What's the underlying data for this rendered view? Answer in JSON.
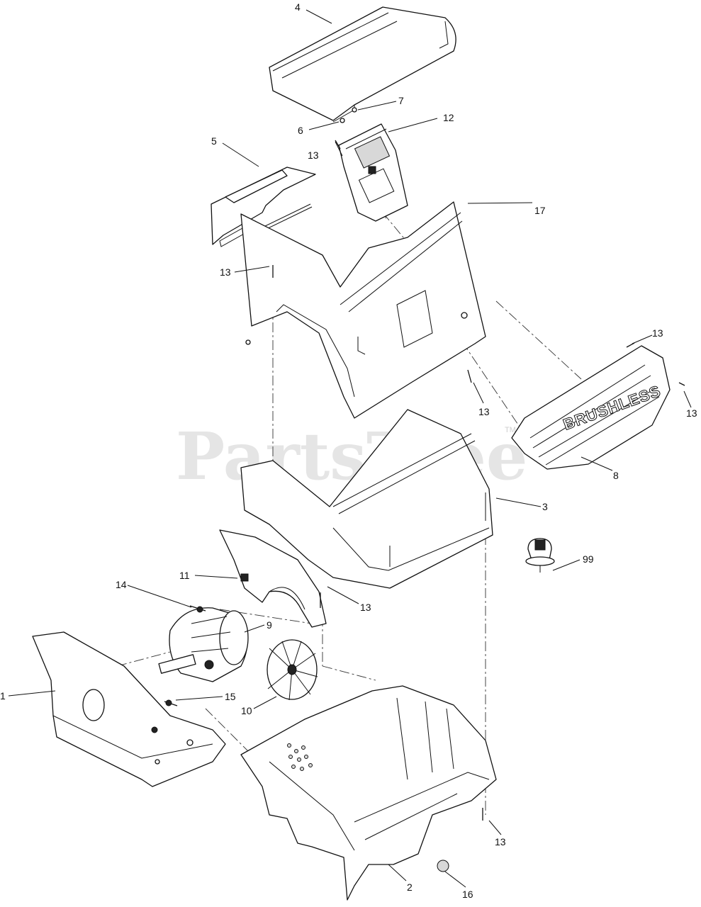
{
  "watermark": {
    "text": "PartsTree",
    "trademark": "TM"
  },
  "brand_label": "BRUSHLESS",
  "callouts": {
    "c1": "1",
    "c2": "2",
    "c3": "3",
    "c4": "4",
    "c5": "5",
    "c6": "6",
    "c7": "7",
    "c8": "8",
    "c9": "9",
    "c10": "10",
    "c11": "11",
    "c12": "12",
    "c13a": "13",
    "c13b": "13",
    "c13c": "13",
    "c13d": "13",
    "c13e": "13",
    "c13f": "13",
    "c13g": "13",
    "c14": "14",
    "c15": "15",
    "c16": "16",
    "c17": "17",
    "c99": "99"
  }
}
